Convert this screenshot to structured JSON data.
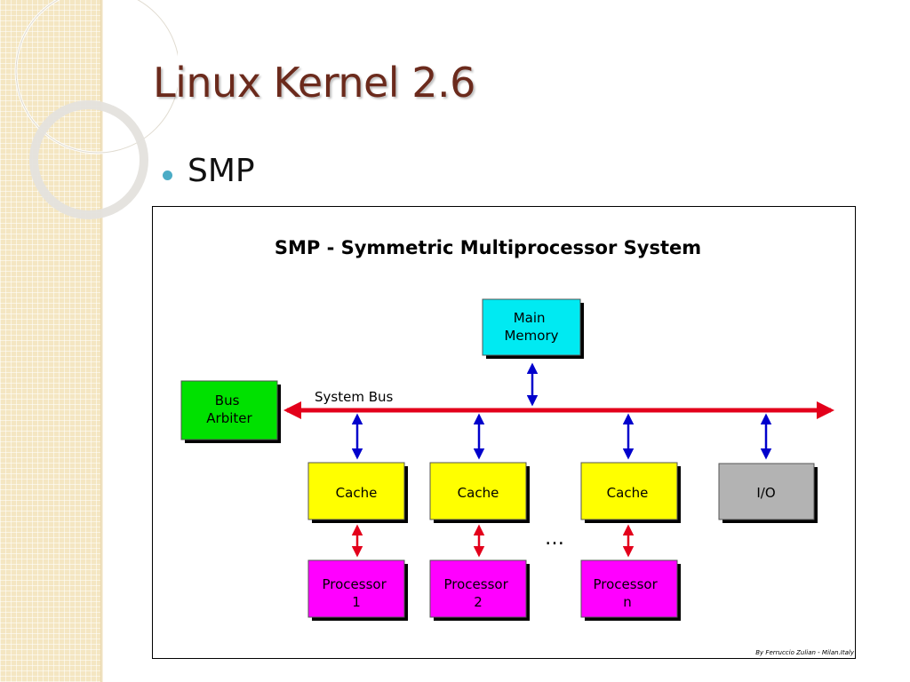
{
  "slide": {
    "title": "Linux Kernel 2.6",
    "bullet": "SMP"
  },
  "diagram": {
    "title": "SMP - Symmetric Multiprocessor System",
    "bus_label": "System Bus",
    "main_memory": "Main\nMemory",
    "bus_arbiter": "Bus\nArbiter",
    "cache_label": "Cache",
    "io_label": "I/O",
    "processors": [
      "Processor\n1",
      "Processor\n2",
      "Processor\nn"
    ],
    "ellipsis": "…",
    "credit": "By Ferruccio Zulian - Milan.Italy"
  },
  "colors": {
    "title_brown": "#6b2a1c",
    "bullet_teal": "#4bacc6",
    "memory_cyan": "#00eaf2",
    "arbiter_green": "#00e100",
    "cache_yellow": "#ffff00",
    "io_gray": "#b3b3b3",
    "processor_magenta": "#ff00ff",
    "bus_red": "#e3001b",
    "arrow_blue": "#0000cc",
    "arrow_red": "#e3001b"
  }
}
